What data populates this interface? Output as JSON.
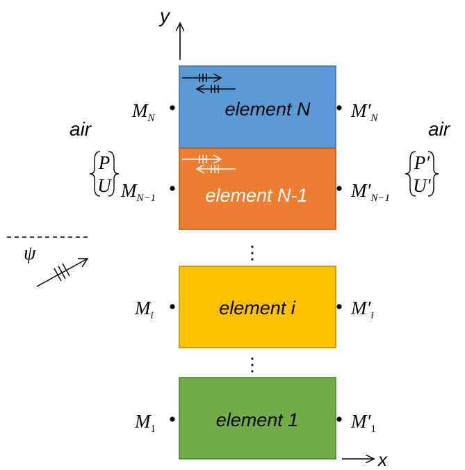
{
  "axes": {
    "y_label": "y",
    "x_label": "x"
  },
  "media": {
    "left_label": "air",
    "right_label": "air"
  },
  "left_vector": {
    "top": "P",
    "bottom": "U"
  },
  "right_vector": {
    "top": "P′",
    "bottom": "U′"
  },
  "incidence_angle": "ψ",
  "elements": [
    {
      "label": "element N",
      "left_node": "M",
      "left_sub": "N",
      "right_node": "M′",
      "right_sub": "N",
      "color": "#5b9bd5"
    },
    {
      "label": "element N-1",
      "left_node": "M",
      "left_sub": "N−1",
      "right_node": "M′",
      "right_sub": "N−1",
      "color": "#ed7d31"
    },
    {
      "label": "element i",
      "left_node": "M",
      "left_sub": "i",
      "right_node": "M′",
      "right_sub": "i",
      "color": "#ffc000"
    },
    {
      "label": "element 1",
      "left_node": "M",
      "left_sub": "1",
      "right_node": "M′",
      "right_sub": "1",
      "color": "#70ad47"
    }
  ],
  "gap_marker": "⋮"
}
